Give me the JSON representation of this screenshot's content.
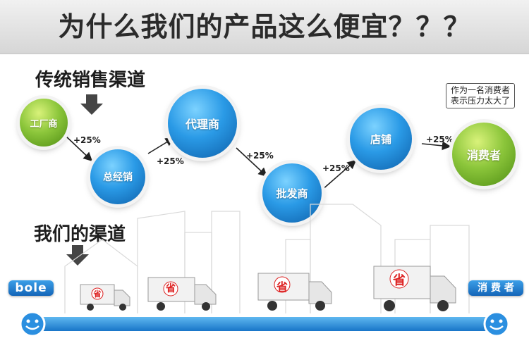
{
  "banner": {
    "title": "为什么我们的产品这么便宜？？？"
  },
  "traditional": {
    "label": "传统销售渠道",
    "nodes": [
      "工厂商",
      "总经销",
      "代理商",
      "批发商",
      "店铺",
      "消费者"
    ],
    "markup": "+25%",
    "note": {
      "line1": "作为一名消费者",
      "line2": "表示压力太大了"
    }
  },
  "ours": {
    "label": "我们的渠道",
    "brand_tag": "bole",
    "end_tag": "消 费 者",
    "truck_mark": "省"
  },
  "colors": {
    "blue": "#2a9ae6",
    "green": "#8cc63b",
    "road": "#1875c8"
  }
}
